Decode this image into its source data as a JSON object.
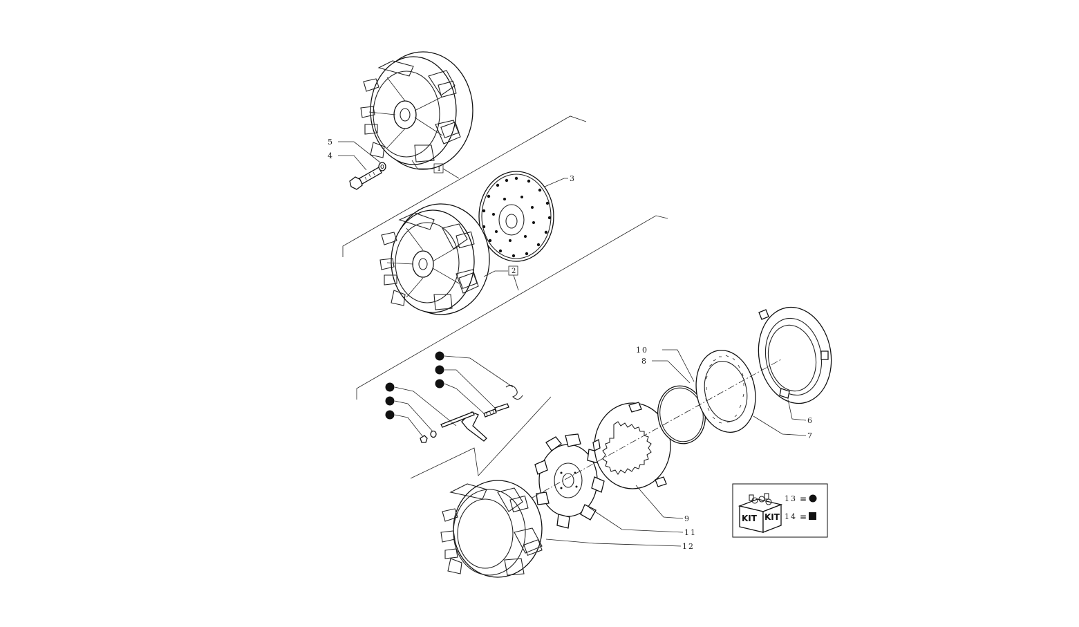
{
  "diagram": {
    "callouts": {
      "c1": "1",
      "c2": "2",
      "c3": "3",
      "c4": "4",
      "c5": "5",
      "c6": "6",
      "c7": "7",
      "c8": "8",
      "c9": "9",
      "c10": "10",
      "c11": "11",
      "c12": "12"
    },
    "kit_legend": {
      "kit_label_left": "KIT",
      "kit_label_right": "KIT",
      "item13_number": "13",
      "item13_equals": "=",
      "item13_symbol": "circle",
      "item14_number": "14",
      "item14_equals": "=",
      "item14_symbol": "square"
    },
    "colors": {
      "line": "#222222",
      "marker": "#111111",
      "background": "#ffffff"
    }
  }
}
